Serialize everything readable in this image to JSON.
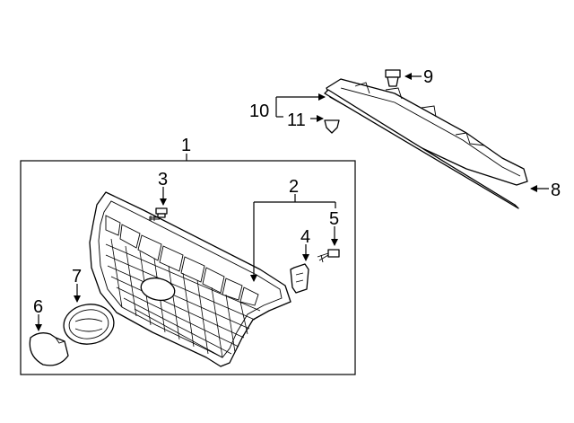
{
  "callouts": [
    {
      "id": "c1",
      "label": "1"
    },
    {
      "id": "c2",
      "label": "2"
    },
    {
      "id": "c3",
      "label": "3"
    },
    {
      "id": "c4",
      "label": "4"
    },
    {
      "id": "c5",
      "label": "5"
    },
    {
      "id": "c6",
      "label": "6"
    },
    {
      "id": "c7",
      "label": "7"
    },
    {
      "id": "c8",
      "label": "8"
    },
    {
      "id": "c9",
      "label": "9"
    },
    {
      "id": "c10",
      "label": "10"
    },
    {
      "id": "c11",
      "label": "11"
    }
  ],
  "parts": {
    "grille_assembly": "grille-assembly",
    "grille": "radiator-grille",
    "screw": "screw",
    "bracket": "bracket",
    "bolt": "bolt",
    "emblem_cover": "emblem-cover",
    "emblem": "emblem",
    "upper_seal": "upper-seal",
    "clip": "clip",
    "retainer": "retainer",
    "push_clip": "push-clip"
  }
}
